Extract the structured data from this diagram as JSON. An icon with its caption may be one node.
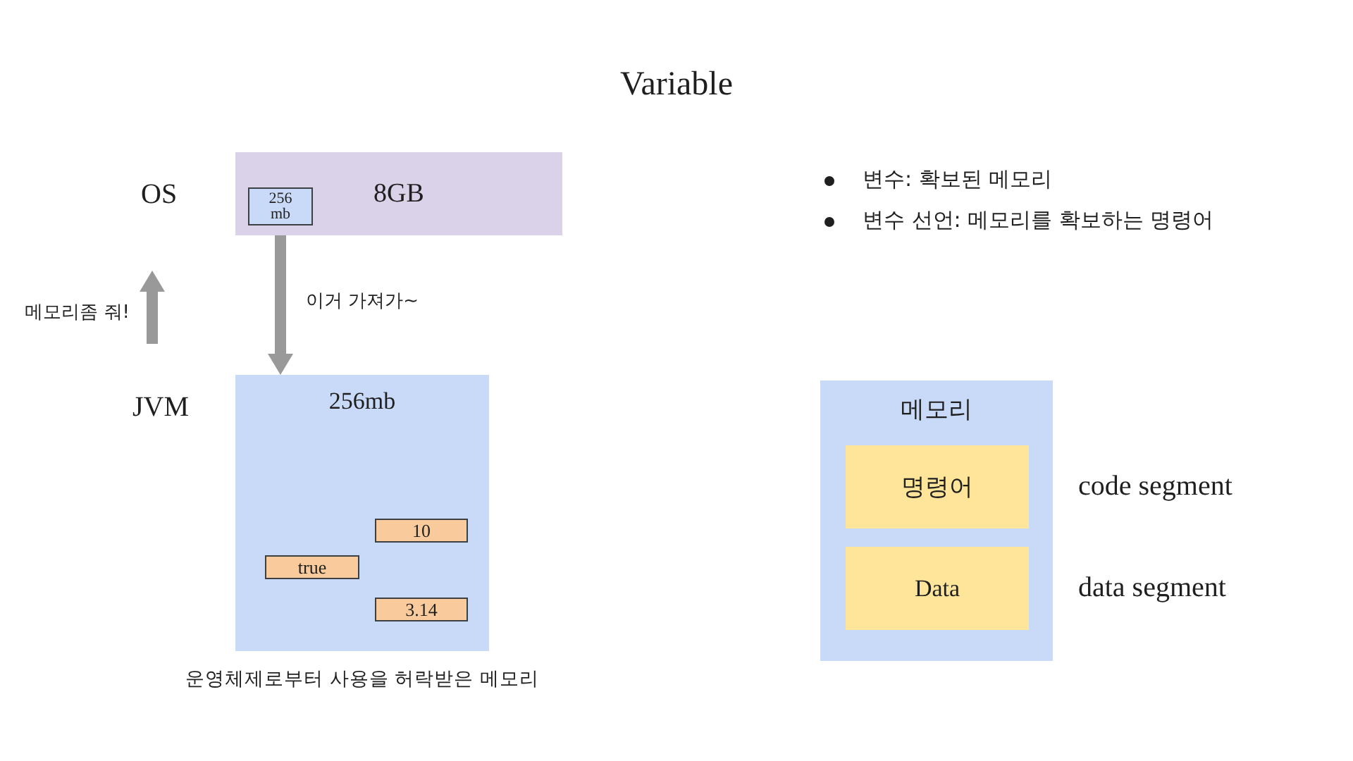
{
  "diagram": {
    "title": "Variable",
    "nodes": [
      {
        "text": [
          "OS"
        ]
      },
      {
        "text": [
          "8GB"
        ]
      },
      {
        "text": [
          "256 mb"
        ],
        "in": 1
      },
      {
        "text": [
          "JVM"
        ]
      },
      {
        "text": [
          "256mb"
        ],
        "beside": [
          "운영체제로부터 사용을 허락받은 메모리"
        ]
      },
      {
        "text": [
          "10"
        ],
        "in": 4
      },
      {
        "text": [
          "true"
        ],
        "in": 4
      },
      {
        "text": [
          "3.14"
        ],
        "in": 4
      },
      {
        "text": [
          "메모리"
        ]
      },
      {
        "text": [
          "명령어"
        ],
        "in": 8,
        "beside": [
          "code segment"
        ]
      },
      {
        "text": [
          "Data"
        ],
        "in": 8,
        "beside": [
          "data segment"
        ]
      }
    ],
    "edges": [
      {
        "from": 3,
        "to": 0,
        "arrow": "to",
        "label": "메모리좀 줘!"
      },
      {
        "from": 1,
        "to": 4,
        "arrow": "to",
        "label": "이거 가져가~"
      }
    ],
    "labels": [
      "변수: 확보된 메모리",
      "변수 선언: 메모리를 확보하는 명령어"
    ]
  }
}
